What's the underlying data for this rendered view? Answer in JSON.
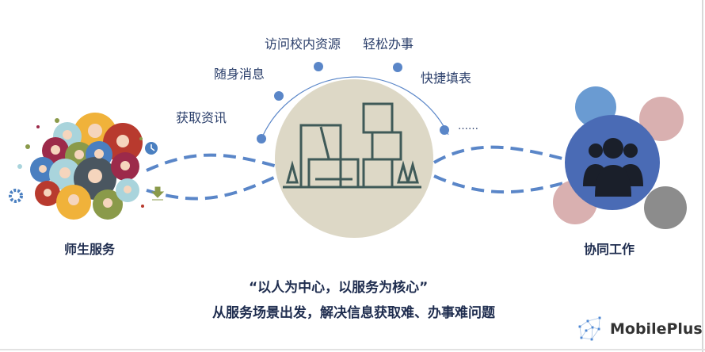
{
  "labels": {
    "access": "访问校内资源",
    "easy": "轻松办事",
    "mobile": "随身消息",
    "fill": "快捷填表",
    "info": "获取资讯",
    "more": "……"
  },
  "left_title": "师生服务",
  "right_title": "协同工作",
  "slogan": "“以人为中心，以服务为核心”",
  "subtitle": "从服务场景出发，解决信息获取难、办事难问题",
  "brand": "MobilePlus",
  "colors": {
    "accent": "#5a86c8",
    "center": "#ddd8c6",
    "team": "#4a6bb5",
    "text": "#1f2d4f"
  }
}
